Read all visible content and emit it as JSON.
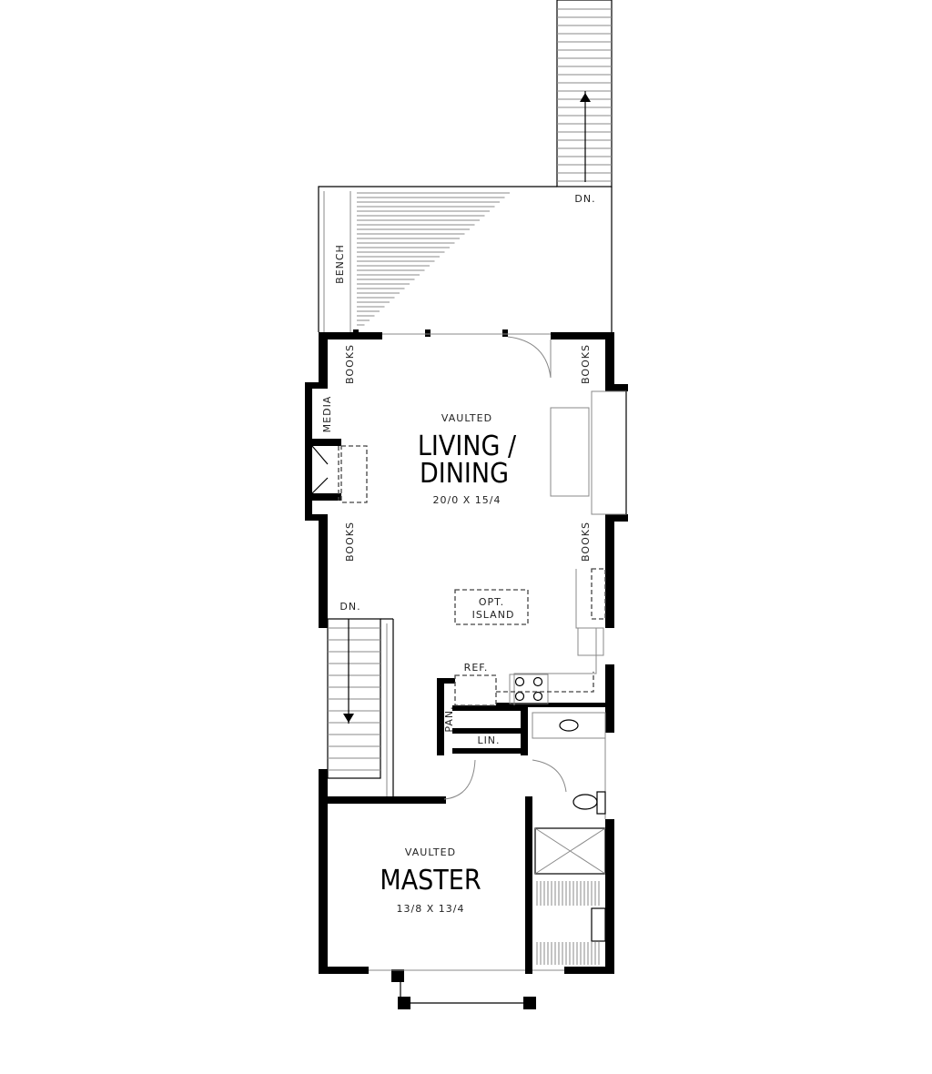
{
  "plan": {
    "top_stair_label": "DN.",
    "bench_label": "BENCH",
    "living": {
      "ceiling": "VAULTED",
      "name_line1": "LIVING /",
      "name_line2": "DINING",
      "dimensions": "20/0 X 15/4"
    },
    "books_labels": [
      "BOOKS",
      "BOOKS",
      "BOOKS",
      "BOOKS"
    ],
    "media_label": "MEDIA",
    "stair_label": "DN.",
    "island_line1": "OPT.",
    "island_line2": "ISLAND",
    "ref_label": "REF.",
    "pantry_label": "PAN.",
    "linen_label": "LIN.",
    "master": {
      "ceiling": "VAULTED",
      "name": "MASTER",
      "dimensions": "13/8 X 13/4"
    }
  }
}
